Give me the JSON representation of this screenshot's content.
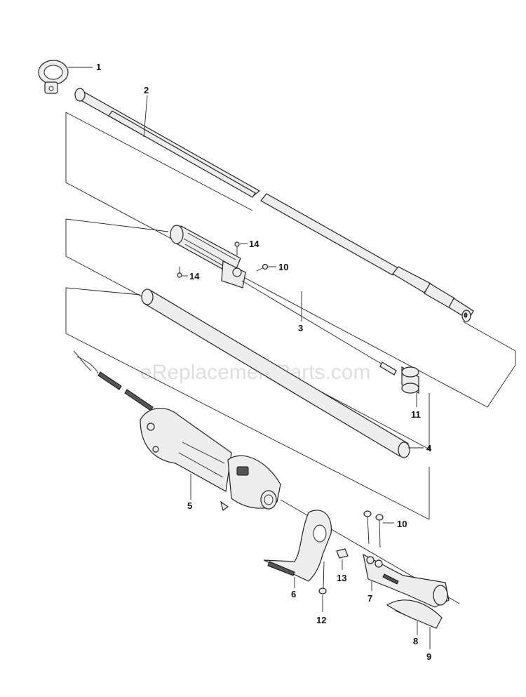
{
  "watermark": "eReplacementParts.com",
  "callouts": {
    "c1": "1",
    "c2": "2",
    "c3": "3",
    "c4": "4",
    "c5": "5",
    "c6": "6",
    "c7": "7",
    "c8": "8",
    "c9": "9",
    "c10a": "10",
    "c10b": "10",
    "c11": "11",
    "c12": "12",
    "c13": "13",
    "c14a": "14",
    "c14b": "14"
  }
}
